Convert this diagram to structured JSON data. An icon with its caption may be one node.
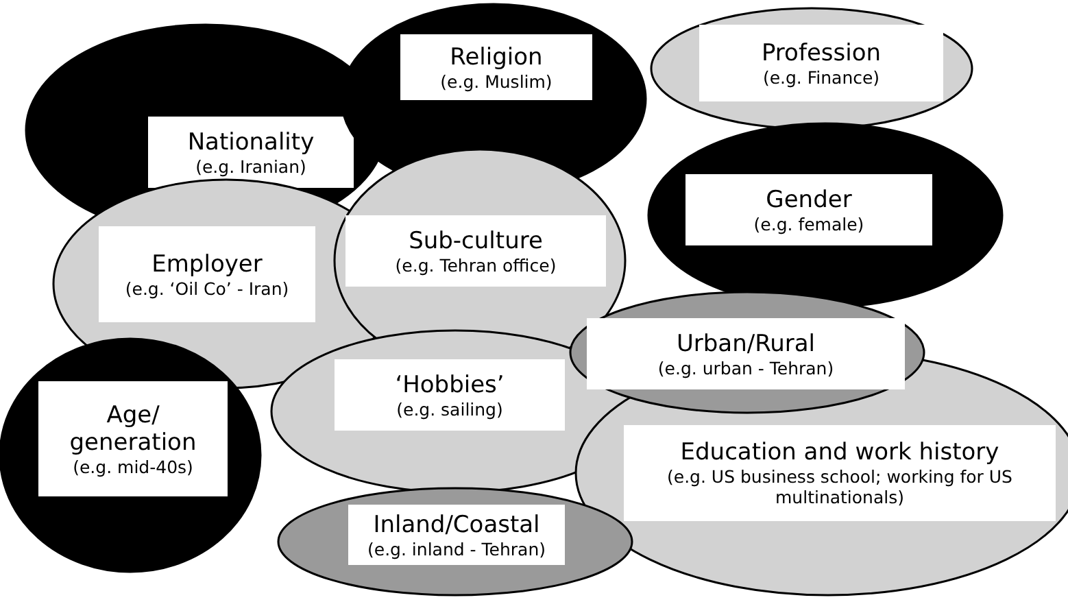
{
  "diagram": {
    "nodes": [
      {
        "text": [
          "Nationality",
          "(e.g. Iranian)"
        ]
      },
      {
        "text": [
          "Religion",
          "(e.g. Muslim)"
        ]
      },
      {
        "text": [
          "Profession",
          "(e.g. Finance)"
        ]
      },
      {
        "text": [
          "Gender",
          "(e.g. female)"
        ]
      },
      {
        "text": [
          "Employer",
          "(e.g. ‘Oil Co’ - Iran)"
        ]
      },
      {
        "text": [
          "Sub-culture",
          "(e.g. Tehran office)"
        ]
      },
      {
        "text": [
          "Urban/Rural",
          "(e.g. urban - Tehran)"
        ]
      },
      {
        "text": [
          "Age/ generation",
          "(e.g. mid-40s)"
        ]
      },
      {
        "text": [
          "‘Hobbies’",
          "(e.g. sailing)"
        ]
      },
      {
        "text": [
          "Education and work history",
          "(e.g. US business school; working for US multinationals)"
        ]
      },
      {
        "text": [
          "Inland/Coastal",
          "(e.g. inland - Tehran)"
        ]
      }
    ]
  }
}
